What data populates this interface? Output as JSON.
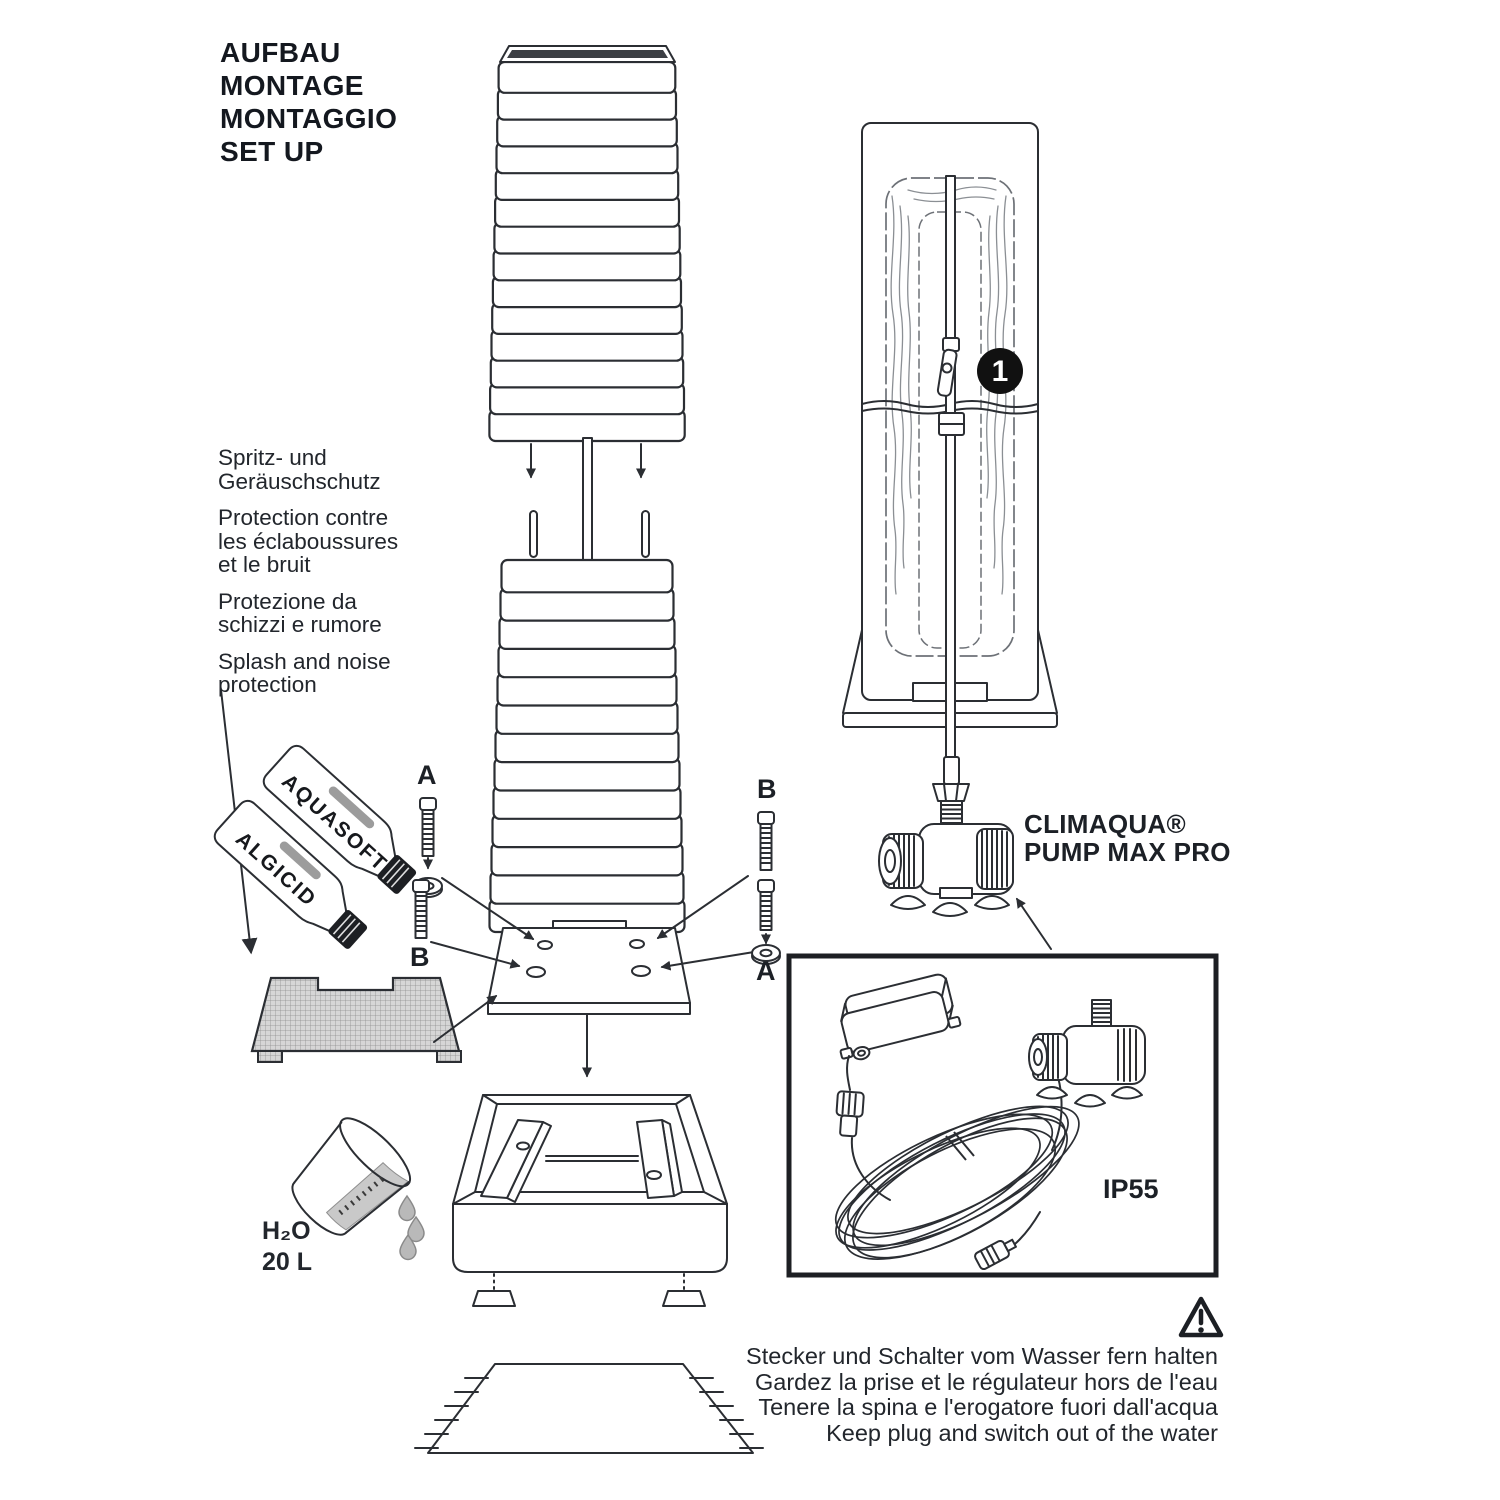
{
  "colors": {
    "ink": "#2b2e33",
    "paper": "#ffffff",
    "badge": "#111111",
    "water_gray": "#c9c9c9"
  },
  "title": {
    "line1": "AUFBAU",
    "line2": "MONTAGE",
    "line3": "MONTAGGIO",
    "line4": "SET UP"
  },
  "protection_note": {
    "de": "Spritz- und\nGeräuschschutz",
    "fr": "Protection contre\nles éclaboussures\net le bruit",
    "it": "Protezione da\nschizzi e rumore",
    "en": "Splash and noise\nprotection"
  },
  "bottles": {
    "back_label": "AQUASOFT",
    "front_label": "ALGICID"
  },
  "fastener_labels": {
    "left_upper": "A",
    "left_lower": "B",
    "right_upper": "B",
    "right_lower": "A"
  },
  "bucket": {
    "formula": "H₂O",
    "volume": "20 L"
  },
  "step_marker": {
    "number": "1"
  },
  "pump": {
    "brand": "CLIMAQUA®",
    "model": "PUMP MAX PRO"
  },
  "power_box": {
    "protection_rating": "IP55"
  },
  "warning": {
    "icon_name": "warning-triangle-icon",
    "text": "Stecker und Schalter vom Wasser fern halten\nGardez la prise et le régulateur hors de l'eau\nTenere la spina e l'erogatore fuori dall'acqua\nKeep plug and switch out of the water"
  }
}
